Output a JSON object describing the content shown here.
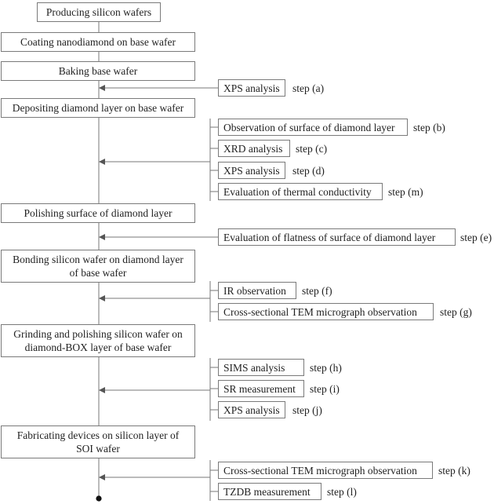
{
  "main_steps": [
    {
      "label": "Producing silicon wafers"
    },
    {
      "label": "Coating nanodiamond on base wafer"
    },
    {
      "label": "Baking base wafer"
    },
    {
      "label": "Depositing diamond layer on base wafer"
    },
    {
      "label": "Polishing surface of diamond layer"
    },
    {
      "line1": "Bonding silicon wafer on diamond layer",
      "line2": "of base wafer"
    },
    {
      "line1": "Grinding and polishing silicon wafer on",
      "line2": "diamond-BOX layer of base wafer"
    },
    {
      "line1": "Fabricating devices on silicon layer of",
      "line2": "SOI wafer"
    }
  ],
  "checks": {
    "a": {
      "label": "XPS analysis",
      "step": "step (a)"
    },
    "b": {
      "label": "Observation of surface of diamond layer",
      "step": "step (b)"
    },
    "c": {
      "label": "XRD analysis",
      "step": "step (c)"
    },
    "d": {
      "label": "XPS analysis",
      "step": "step (d)"
    },
    "m": {
      "label": "Evaluation of thermal conductivity",
      "step": "step (m)"
    },
    "e": {
      "label": "Evaluation of flatness of surface of diamond layer",
      "step": "step (e)"
    },
    "f": {
      "label": "IR observation",
      "step": "step (f)"
    },
    "g": {
      "label": "Cross-sectional TEM micrograph observation",
      "step": "step (g)"
    },
    "h": {
      "label": "SIMS analysis",
      "step": "step (h)"
    },
    "i": {
      "label": "SR measurement",
      "step": "step (i)"
    },
    "j": {
      "label": "XPS analysis",
      "step": "step (j)"
    },
    "k": {
      "label": "Cross-sectional TEM micrograph observation",
      "step": "step (k)"
    },
    "l": {
      "label": "TZDB measurement",
      "step": "step (l)"
    }
  }
}
